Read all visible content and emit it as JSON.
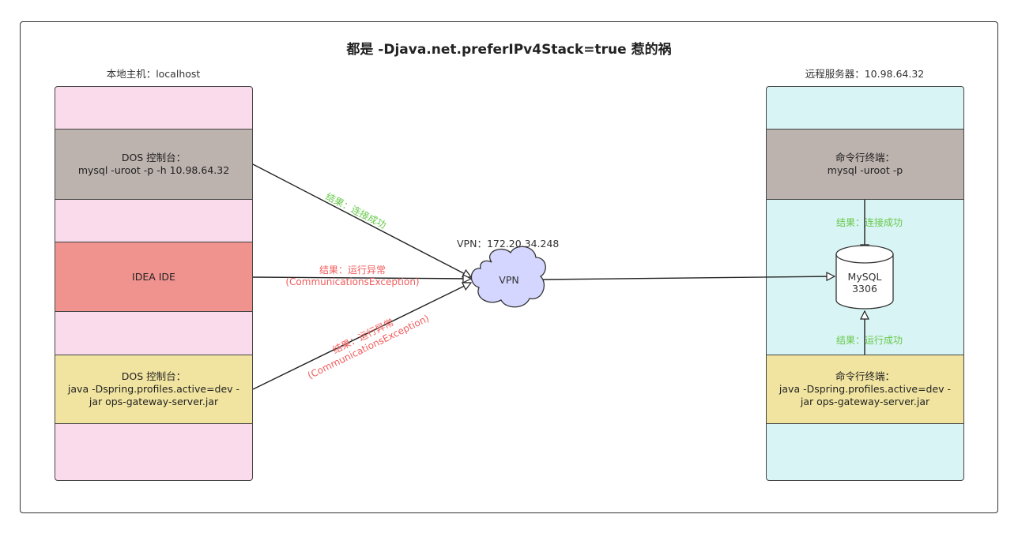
{
  "title": "都是 -Djava.net.preferIPv4Stack=true 惹的祸",
  "local": {
    "label": "本地主机：localhost",
    "blocks": {
      "dos1": "DOS 控制台：\nmysql -uroot -p -h 10.98.64.32",
      "idea": "IDEA IDE",
      "dos2": "DOS 控制台：\njava -Dspring.profiles.active=dev -\njar ops-gateway-server.jar"
    }
  },
  "remote": {
    "label": "远程服务器：10.98.64.32",
    "blocks": {
      "term1": "命令行终端：\nmysql -uroot -p",
      "term2": "命令行终端：\njava -Dspring.profiles.active=dev -\njar ops-gateway-server.jar"
    },
    "mysql": "MySQL\n3306"
  },
  "vpn": {
    "label": "VPN：172.20.34.248",
    "cloud_text": "VPN"
  },
  "edges": {
    "dos1_result": "结果：连接成功",
    "idea_result_line1": "结果：运行异常",
    "idea_result_line2": "(CommunicationsException)",
    "dos2_result_line1": "结果：运行异常",
    "dos2_result_line2": "(CommunicationsException)",
    "term1_result": "结果：连接成功",
    "term2_result": "结果：运行成功"
  },
  "colors": {
    "local_panel": "#fadbeb",
    "remote_panel": "#d9f4f4",
    "gray_block": "#bcb2ae",
    "red_block": "#f0938f",
    "yellow_block": "#f1e4a0",
    "cloud": "#d4d6ff",
    "success": "#66c94a",
    "error": "#f25b5b"
  }
}
